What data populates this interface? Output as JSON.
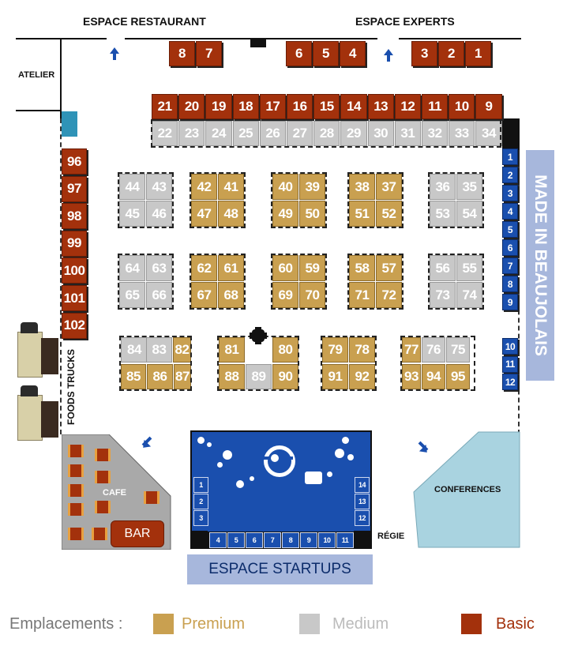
{
  "labels": {
    "espace_restaurant": "ESPACE RESTAURANT",
    "espace_experts": "ESPACE EXPERTS",
    "atelier": "ATELIER",
    "foods_trucks": "FOODS TRUCKS",
    "cafe": "CAFE",
    "bar": "BAR",
    "conferences": "CONFERENCES",
    "regie": "RÉGIE",
    "espace_startups": "ESPACE STARTUPS",
    "made_in_beaujolais": "MADE IN BEAUJOLAIS"
  },
  "legend": {
    "title": "Emplacements :",
    "premium": "Premium",
    "medium": "Medium",
    "basic": "Basic"
  },
  "colors": {
    "premium": "#c9a050",
    "medium": "#c8c8c8",
    "basic": "#a3310c",
    "made_in_beaujolais": "#1a4fae",
    "startups": "#1a4fae",
    "label_panel": "#a7b7dc",
    "conferences": "#a9d3e0"
  },
  "stands": {
    "top_left": [
      "8",
      "7"
    ],
    "top_right_a": [
      "6",
      "5",
      "4"
    ],
    "top_right_b": [
      "3",
      "2",
      "1"
    ],
    "row_basic": [
      "21",
      "20",
      "19",
      "18",
      "17",
      "16",
      "15",
      "14",
      "13",
      "12",
      "11",
      "10",
      "9"
    ],
    "row_medium": [
      "22",
      "23",
      "24",
      "25",
      "26",
      "27",
      "28",
      "29",
      "30",
      "31",
      "32",
      "33",
      "34"
    ],
    "left_column": [
      "96",
      "97",
      "98",
      "99",
      "100",
      "101",
      "102"
    ],
    "made_in_beaujolais": [
      "1",
      "2",
      "3",
      "4",
      "5",
      "6",
      "7",
      "8",
      "9",
      "10",
      "11",
      "12"
    ],
    "blocks_row1": [
      {
        "tier": "medium",
        "n": [
          "44",
          "43",
          "45",
          "46"
        ]
      },
      {
        "tier": "premium",
        "n": [
          "42",
          "41",
          "47",
          "48"
        ]
      },
      {
        "tier": "premium",
        "n": [
          "40",
          "39",
          "49",
          "50"
        ]
      },
      {
        "tier": "premium",
        "n": [
          "38",
          "37",
          "51",
          "52"
        ]
      },
      {
        "tier": "medium",
        "n": [
          "36",
          "35",
          "53",
          "54"
        ]
      }
    ],
    "blocks_row2": [
      {
        "tier": "medium",
        "n": [
          "64",
          "63",
          "65",
          "66"
        ]
      },
      {
        "tier": "premium",
        "n": [
          "62",
          "61",
          "67",
          "68"
        ]
      },
      {
        "tier": "premium",
        "n": [
          "60",
          "59",
          "69",
          "70"
        ]
      },
      {
        "tier": "premium",
        "n": [
          "58",
          "57",
          "71",
          "72"
        ]
      },
      {
        "tier": "medium",
        "n": [
          "56",
          "55",
          "73",
          "74"
        ]
      }
    ],
    "row3_top": [
      "84",
      "83",
      "82",
      "81",
      "80",
      "79",
      "78",
      "77",
      "76",
      "75"
    ],
    "row3_bottom": [
      "85",
      "86",
      "87",
      "88",
      "89",
      "90",
      "91",
      "92",
      "93",
      "94",
      "95"
    ],
    "startups": [
      "1",
      "2",
      "3",
      "4",
      "5",
      "6",
      "7",
      "8",
      "9",
      "10",
      "11",
      "12",
      "13",
      "14"
    ]
  }
}
